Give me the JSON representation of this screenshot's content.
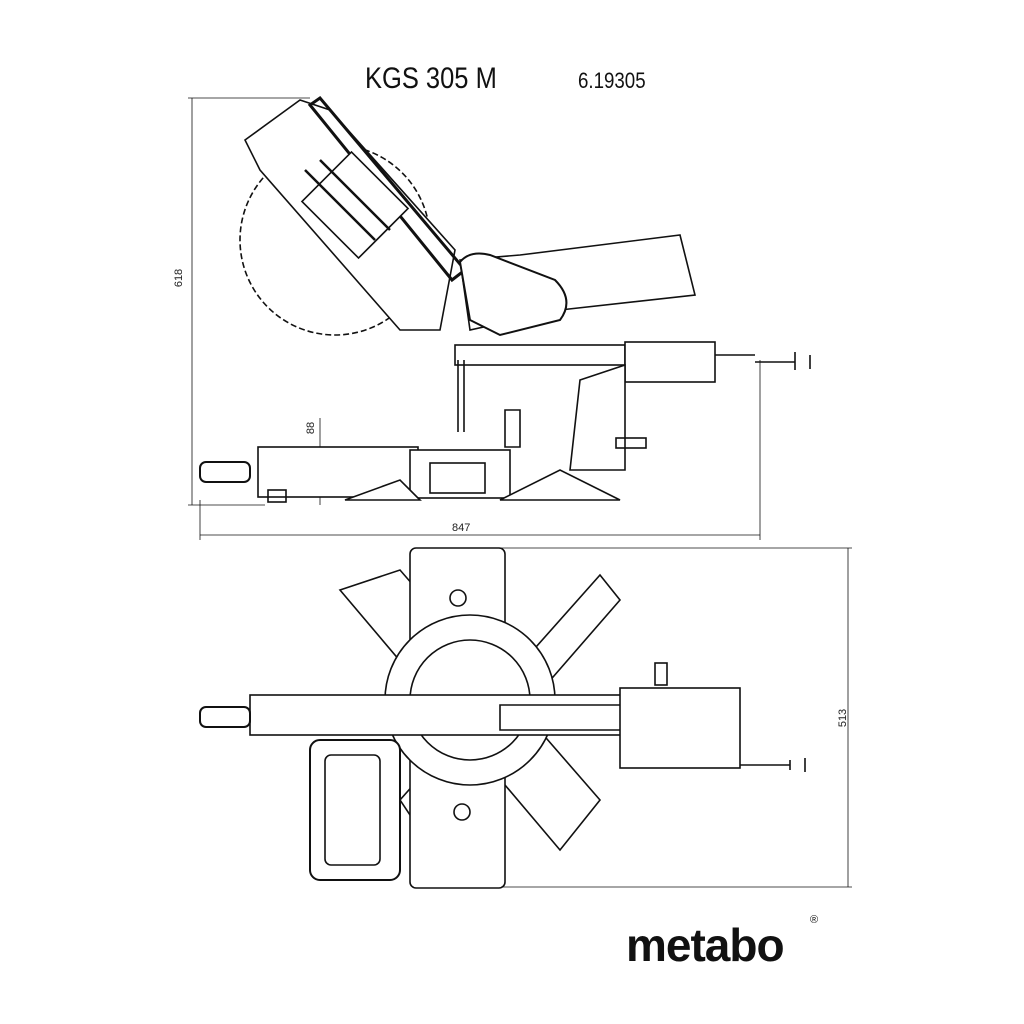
{
  "header": {
    "model": "KGS 305 M",
    "article_number": "6.19305"
  },
  "dimensions": {
    "height": "618",
    "table_height": "88",
    "width": "847",
    "depth": "513"
  },
  "brand": {
    "name": "metabo",
    "registered": "®"
  }
}
